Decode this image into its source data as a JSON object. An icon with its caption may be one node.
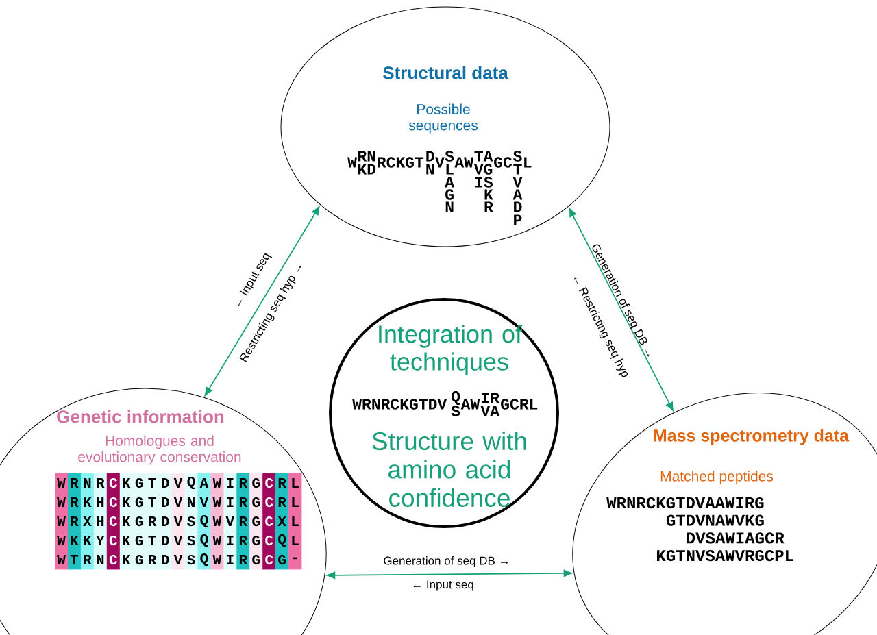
{
  "diagram": {
    "nodes": [
      {
        "text": [
          "Structural data",
          "Possible sequences",
          "W",
          "RN",
          "KD",
          "RCKGT",
          "D",
          "N",
          "V",
          "S",
          "L",
          "A",
          "G",
          "N",
          "AW",
          "TA",
          "VG",
          "I",
          "S",
          "K",
          "R",
          "GC",
          "S",
          "T",
          "V",
          "A",
          "D",
          "P",
          "L"
        ]
      },
      {
        "text": [
          "Integration of techniques",
          "WRNRCKGTDV",
          "Q",
          "S",
          "AW",
          "IR",
          "VA",
          "GCRL",
          "Structure with amino acid confidence"
        ]
      },
      {
        "text": [
          "Genetic information",
          "Homologues and evolutionary conservation",
          "W",
          "R",
          "N",
          "R",
          "C",
          "K",
          "G",
          "T",
          "D",
          "V",
          "Q",
          "A",
          "W",
          "I",
          "R",
          "G",
          "C",
          "R",
          "L",
          "W",
          "R",
          "K",
          "H",
          "C",
          "K",
          "G",
          "T",
          "D",
          "V",
          "N",
          "V",
          "W",
          "I",
          "R",
          "G",
          "C",
          "R",
          "L",
          "W",
          "R",
          "X",
          "H",
          "C",
          "K",
          "G",
          "R",
          "D",
          "V",
          "S",
          "Q",
          "W",
          "V",
          "R",
          "G",
          "C",
          "X",
          "L",
          "W",
          "K",
          "K",
          "Y",
          "C",
          "K",
          "G",
          "T",
          "D",
          "V",
          "S",
          "Q",
          "W",
          "I",
          "R",
          "G",
          "C",
          "Q",
          "L",
          "W",
          "T",
          "R",
          "N",
          "C",
          "K",
          "G",
          "R",
          "D",
          "V",
          "S",
          "Q",
          "W",
          "I",
          "R",
          "G",
          "C",
          "G",
          "-"
        ]
      },
      {
        "text": [
          "Mass spectrometry data",
          "Matched peptides",
          "WRNRCKGTDVAAWIRG",
          "GTDVNAWVKG",
          "DVSAWIAGCR",
          "KGTNVSAWVRGCPL"
        ]
      }
    ],
    "edges": [
      {
        "from": 2,
        "to": 0,
        "arrow": "both",
        "label": "← Input seq"
      },
      {
        "from": 0,
        "to": 3,
        "arrow": "both",
        "label": "Generation of seq DB →"
      },
      {
        "from": 2,
        "to": 3,
        "arrow": "both",
        "label": "Generation of seq DB →"
      }
    ],
    "labels": [
      "Restricting seq hyp →",
      "← Restricting seq hyp",
      "← Input seq"
    ]
  }
}
